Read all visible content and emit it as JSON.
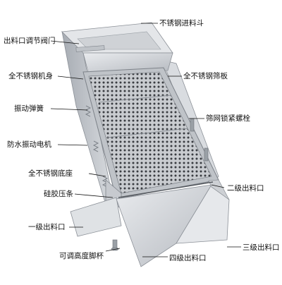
{
  "labels": {
    "feed_hopper": "不锈钢进料斗",
    "outlet_valve": "出料口调节阀门",
    "machine_body": "全不锈钢机身",
    "screen_plate": "全不锈钢筛板",
    "damping_spring": "振动弹簧",
    "lock_bolt": "筛网锁紧螺栓",
    "vibration_motor": "防水振动电机",
    "base": "全不锈钢底座",
    "outlet_2": "二级出料口",
    "rubber_strip": "硅胶压条",
    "outlet_1": "一级出料口",
    "outlet_3": "三级出料口",
    "adjustable_foot": "可调高度脚杯",
    "outlet_4": "四级出料口"
  }
}
